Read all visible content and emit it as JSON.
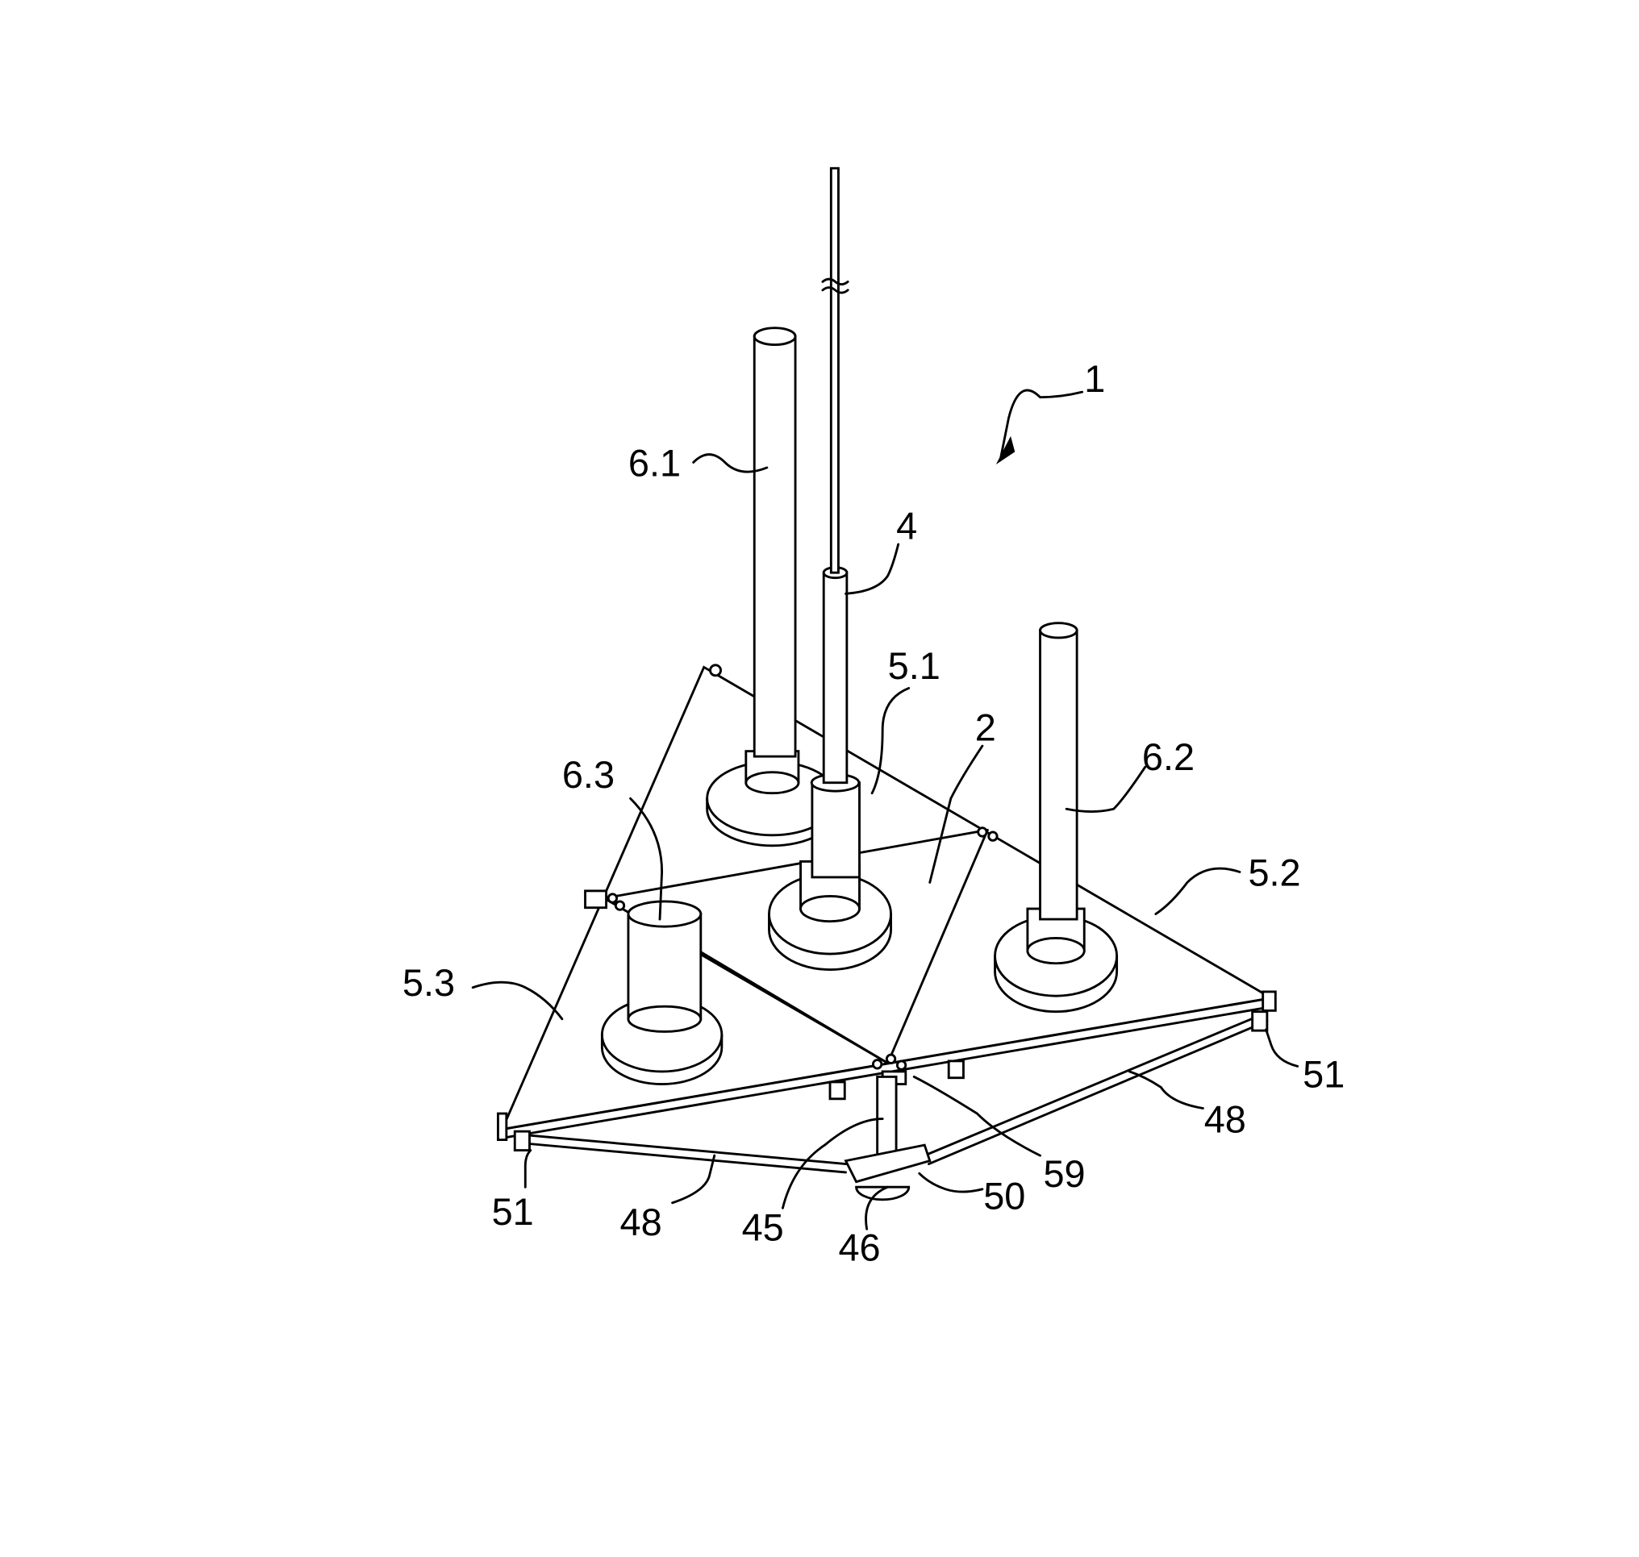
{
  "figure": {
    "labels": {
      "assembly": "1",
      "pole_6_1": "6.1",
      "mast_4": "4",
      "panel_5_1": "5.1",
      "center_panel_2": "2",
      "pole_6_2": "6.2",
      "cylinder_6_3": "6.3",
      "panel_5_2": "5.2",
      "panel_5_3": "5.3",
      "bracket_51_right": "51",
      "rod_48_right": "48",
      "clip_59": "59",
      "hub_50": "50",
      "post_45": "45",
      "foot_46": "46",
      "rod_48_left": "48",
      "bracket_51_left": "51"
    }
  }
}
